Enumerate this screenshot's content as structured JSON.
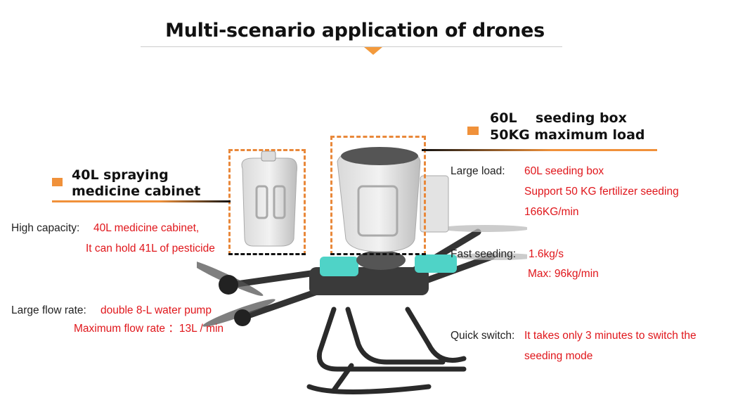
{
  "title": "Multi-scenario application of drones",
  "colors": {
    "accent": "#f0913a",
    "highlight_text": "#e0161b",
    "drone_teal": "#4fd3c7"
  },
  "left": {
    "heading": [
      "40L spraying",
      "medicine cabinet"
    ],
    "specs": [
      {
        "label": "High capacity:",
        "values": [
          "40L medicine cabinet,",
          "It can hold 41L of pesticide"
        ]
      },
      {
        "label": "Large flow rate:",
        "values": [
          "double 8-L water pump",
          "Maximum flow rate  ：13L / min"
        ]
      }
    ]
  },
  "right": {
    "heading": [
      "60L    seeding box",
      "50KG maximum load"
    ],
    "specs": [
      {
        "label": "Large load:",
        "values": [
          "60L seeding box",
          "Support 50 KG fertilizer seeding",
          "166KG/min"
        ]
      },
      {
        "label": "Fast seeding:",
        "values": [
          "1.6kg/s",
          "Max: 96kg/min"
        ]
      },
      {
        "label": "Quick switch:",
        "values": [
          "It takes only 3 minutes to switch the",
          "seeding mode"
        ]
      }
    ]
  }
}
